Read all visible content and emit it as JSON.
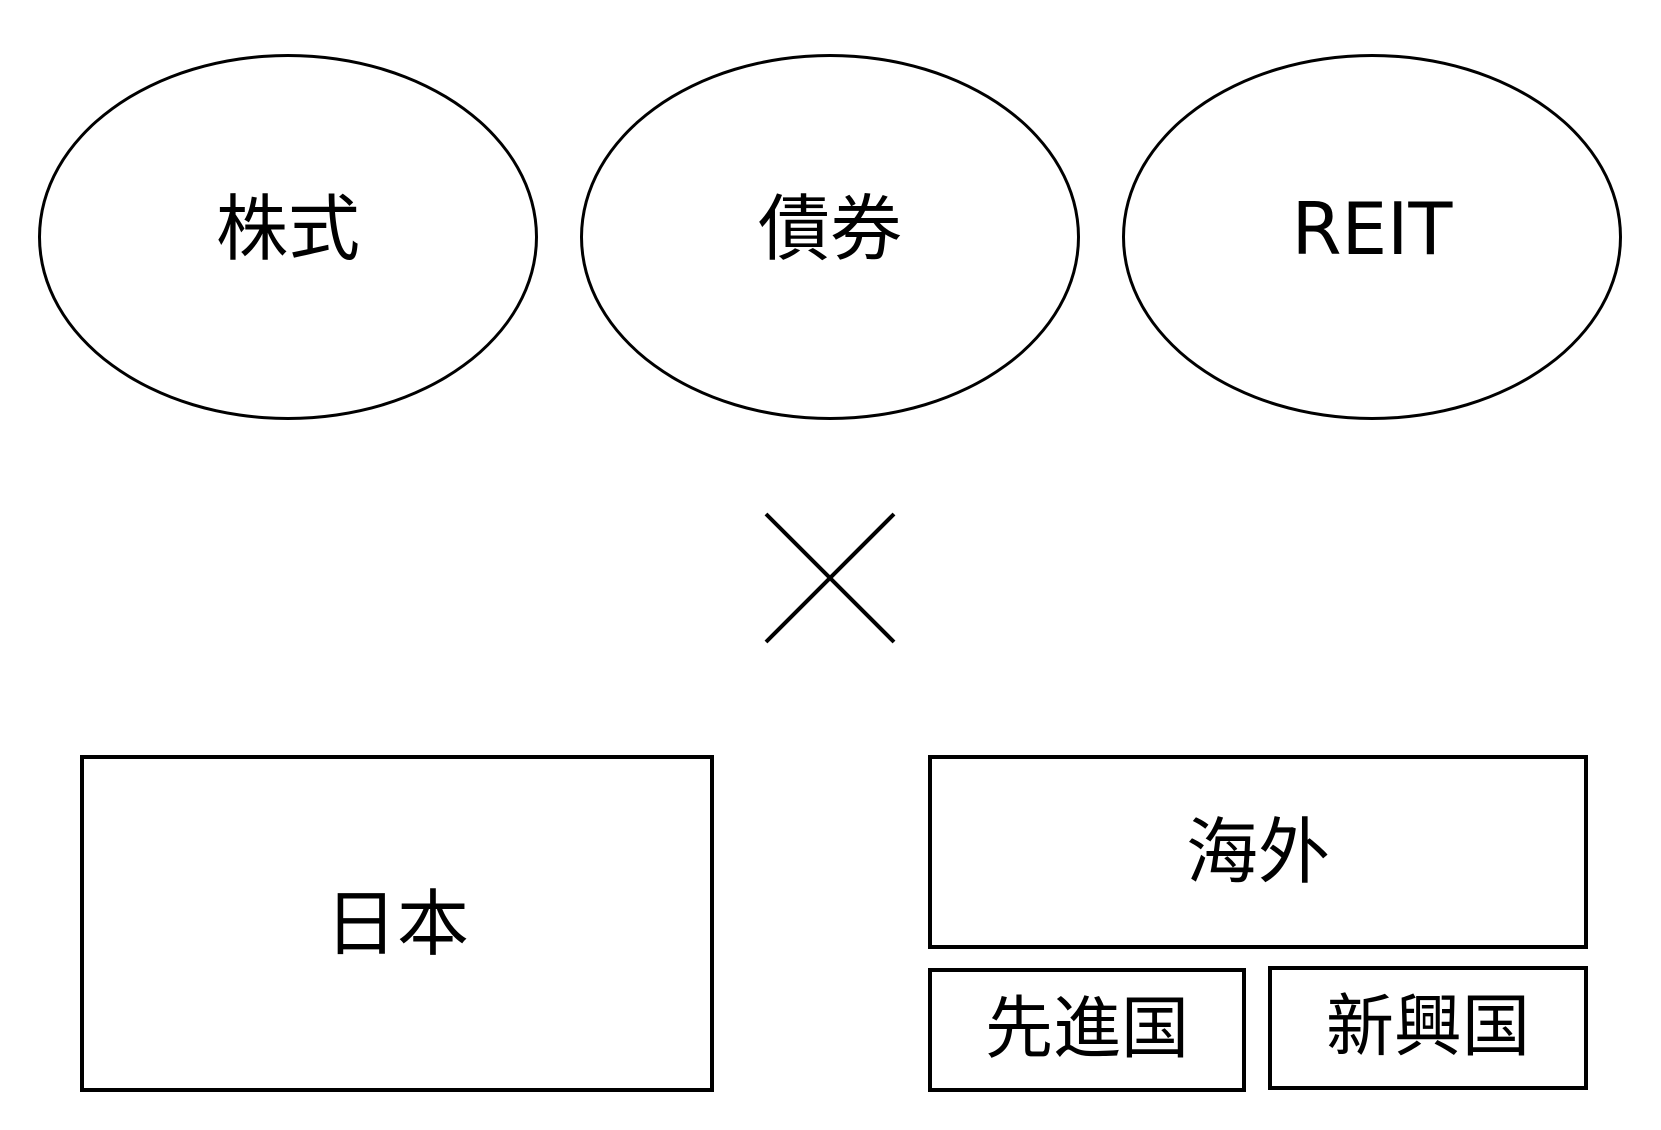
{
  "asset_classes": [
    {
      "label": "株式"
    },
    {
      "label": "債券"
    },
    {
      "label": "REIT"
    }
  ],
  "operator": "×",
  "regions": {
    "japan": {
      "label": "日本"
    },
    "overseas": {
      "label": "海外",
      "subregions": [
        {
          "label": "先進国"
        },
        {
          "label": "新興国"
        }
      ]
    }
  },
  "colors": {
    "stroke": "#000000",
    "background": "#ffffff"
  }
}
